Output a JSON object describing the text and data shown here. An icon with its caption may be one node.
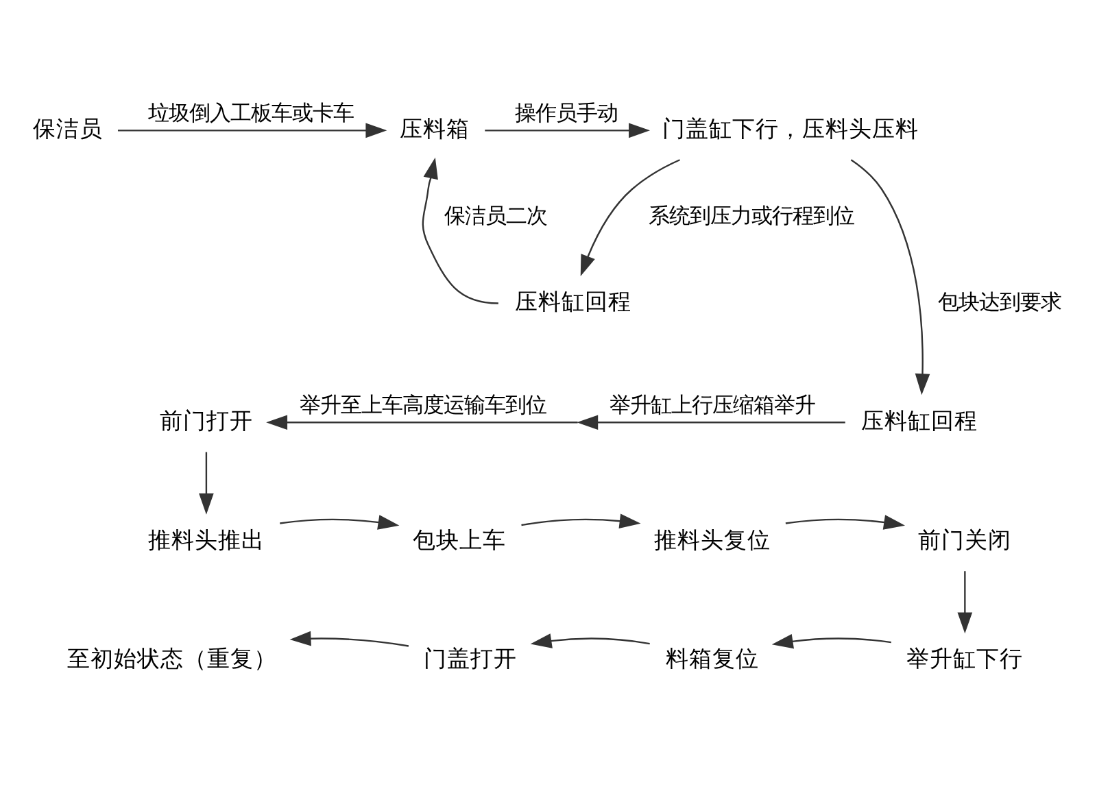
{
  "diagram": {
    "nodes": [
      {
        "text": [
          "保洁员"
        ]
      },
      {
        "text": [
          "压料箱"
        ]
      },
      {
        "text": [
          "门盖缸下行，压料头压料"
        ]
      },
      {
        "text": [
          "压料缸回程"
        ]
      },
      {
        "text": [
          "压料缸回程"
        ]
      },
      {
        "text": [
          "前门打开"
        ]
      },
      {
        "text": [
          "推料头推出"
        ]
      },
      {
        "text": [
          "包块上车"
        ]
      },
      {
        "text": [
          "推料头复位"
        ]
      },
      {
        "text": [
          "前门关闭"
        ]
      },
      {
        "text": [
          "举升缸下行"
        ]
      },
      {
        "text": [
          "料箱复位"
        ]
      },
      {
        "text": [
          "门盖打开"
        ]
      },
      {
        "text": [
          "至初始状态（重复）"
        ]
      }
    ],
    "edges": [
      {
        "from": 0,
        "to": 1,
        "arrow": "to",
        "label": "垃圾倒入工板车或卡车"
      },
      {
        "from": 1,
        "to": 2,
        "arrow": "to",
        "label": "操作员手动"
      },
      {
        "from": 2,
        "to": 3,
        "arrow": "to",
        "label": "系统到压力或行程到位"
      },
      {
        "from": 2,
        "to": 4,
        "arrow": "to",
        "label": "包块达到要求"
      },
      {
        "from": 3,
        "to": 1,
        "arrow": "to",
        "label": "保洁员二次"
      },
      {
        "from": 4,
        "to": null,
        "arrow": "to",
        "label": "举升缸上行压缩箱举升"
      },
      {
        "from": null,
        "to": 5,
        "arrow": "to",
        "label": "举升至上车高度运输车到位"
      },
      {
        "from": 5,
        "to": 6,
        "arrow": "to"
      },
      {
        "from": 6,
        "to": 7,
        "arrow": "to"
      },
      {
        "from": 7,
        "to": 8,
        "arrow": "to"
      },
      {
        "from": 8,
        "to": 9,
        "arrow": "to"
      },
      {
        "from": 9,
        "to": 10,
        "arrow": "to"
      },
      {
        "from": 10,
        "to": 11,
        "arrow": "to"
      },
      {
        "from": 11,
        "to": 12,
        "arrow": "to"
      },
      {
        "from": 12,
        "to": 13,
        "arrow": "to"
      }
    ]
  }
}
